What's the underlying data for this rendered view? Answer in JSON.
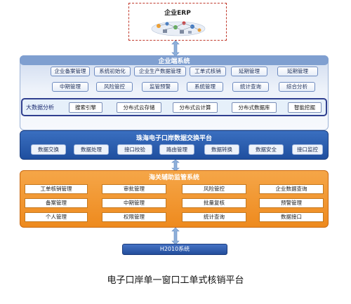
{
  "erp": {
    "title": "企业ERP"
  },
  "enterprise": {
    "title": "企业端系统",
    "row1": [
      "企业备案管理",
      "系统初始化",
      "企业生产数据管理",
      "工单式核销",
      "延期管理",
      "延期管理"
    ],
    "row2": [
      "中期管理",
      "风险管控",
      "监管预警",
      "系统管理",
      "统计查询",
      "综合分析"
    ]
  },
  "bigdata": {
    "label": "大数据分析",
    "items": [
      "搜索引擎",
      "分布式云存储",
      "分布式云计算",
      "分布式数据库",
      "智能挖掘"
    ]
  },
  "zhuhai": {
    "title": "珠海电子口岸数据交换平台",
    "items": [
      "数据交换",
      "数据处理",
      "接口校验",
      "路由管理",
      "数据转换",
      "数据安全",
      "接口监控"
    ]
  },
  "haiguan": {
    "title": "海关辅助监管系统",
    "rows": [
      [
        "工单核销管理",
        "审批管理",
        "风险管控",
        "企业数据查询"
      ],
      [
        "备案管理",
        "中期管理",
        "批量复核",
        "预警管理"
      ],
      [
        "个人管理",
        "权限管理",
        "统计查询",
        "数据接口"
      ]
    ]
  },
  "h2010": {
    "label": "H2010系统"
  },
  "caption": "电子口岸单一窗口工单式核销平台",
  "colors": {
    "blue_dark": "#1f4f9f",
    "orange": "#ee8a1e",
    "erp_border": "#c0392b",
    "arrow": "#8fb0da"
  }
}
